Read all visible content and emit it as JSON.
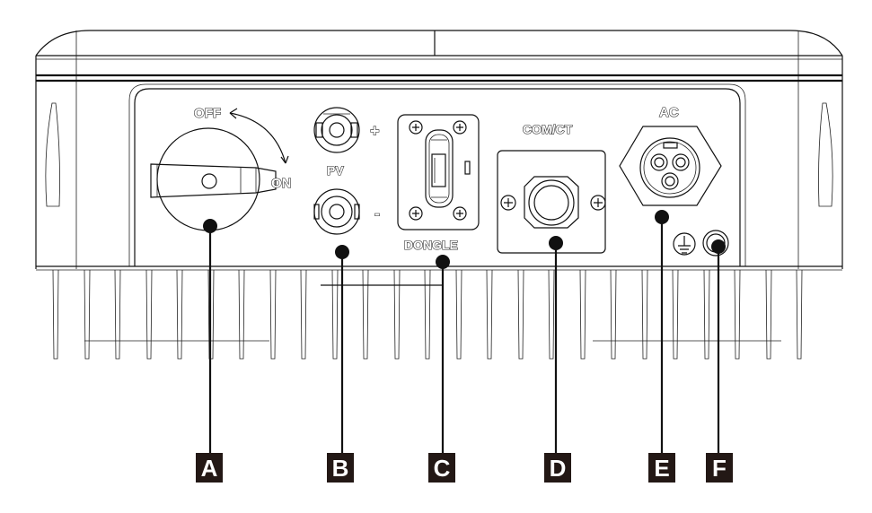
{
  "diagram": {
    "subject": "inverter bottom view connection panel",
    "components": [
      {
        "id": "A",
        "callout": "A",
        "name": "dc-switch",
        "labels": [
          "OFF",
          "ON"
        ]
      },
      {
        "id": "B",
        "callout": "B",
        "name": "pv-terminals",
        "labels": [
          "PV",
          "+",
          "-"
        ]
      },
      {
        "id": "C",
        "callout": "C",
        "name": "dongle-port",
        "labels": [
          "DONGLE"
        ]
      },
      {
        "id": "D",
        "callout": "D",
        "name": "com-ct-port",
        "labels": [
          "COM/CT"
        ]
      },
      {
        "id": "E",
        "callout": "E",
        "name": "ac-connector",
        "labels": [
          "AC"
        ]
      },
      {
        "id": "F",
        "callout": "F",
        "name": "ground-terminal",
        "labels": []
      }
    ],
    "switch_labels": {
      "off": "OFF",
      "on": "ON"
    },
    "pv_labels": {
      "title": "PV",
      "plus": "+",
      "minus": "-"
    },
    "dongle_label": "DONGLE",
    "com_label": "COM/CT",
    "ac_label": "AC",
    "ground_icon": "ground-symbol-icon"
  },
  "colors": {
    "line": "#111111",
    "callout_bg": "#231815",
    "callout_text": "#ffffff",
    "background": "#ffffff"
  }
}
